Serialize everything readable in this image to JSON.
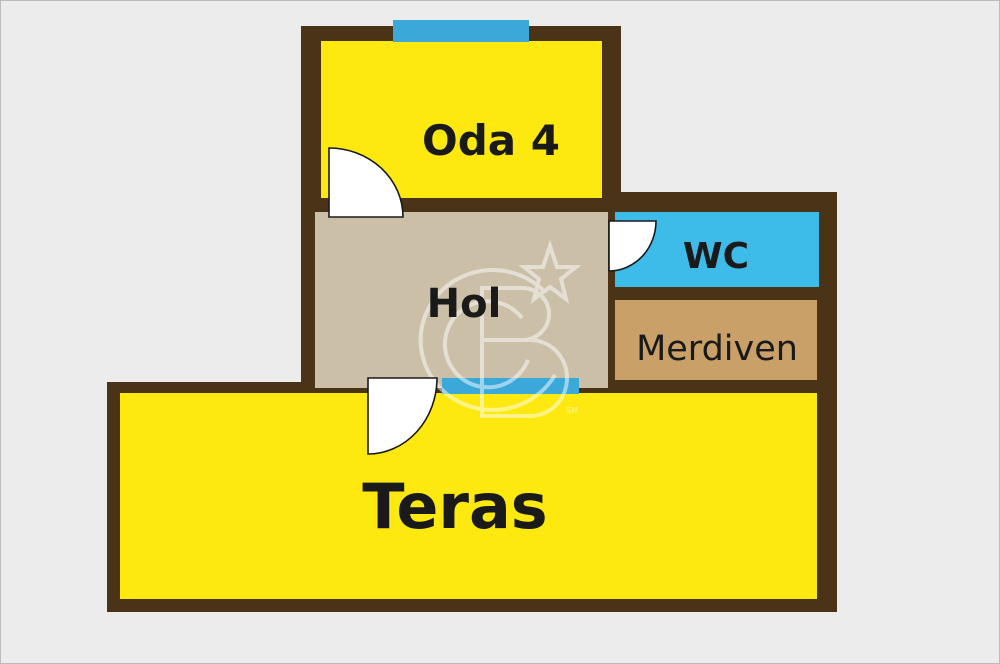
{
  "rooms": {
    "oda4": "Oda 4",
    "hol": "Hol",
    "wc": "WC",
    "merdiven": "Merdiven",
    "teras": "Teras"
  },
  "watermark": {
    "mark": "CB",
    "tm": "SM"
  },
  "colors": {
    "background": "#ececec",
    "wall": "#4a3316",
    "yellow_room": "#fde910",
    "hall": "#cbbfa8",
    "wc": "#3dbcea",
    "stairs": "#c9a067",
    "window": "#3aa8d8",
    "door": "#ffffff"
  }
}
